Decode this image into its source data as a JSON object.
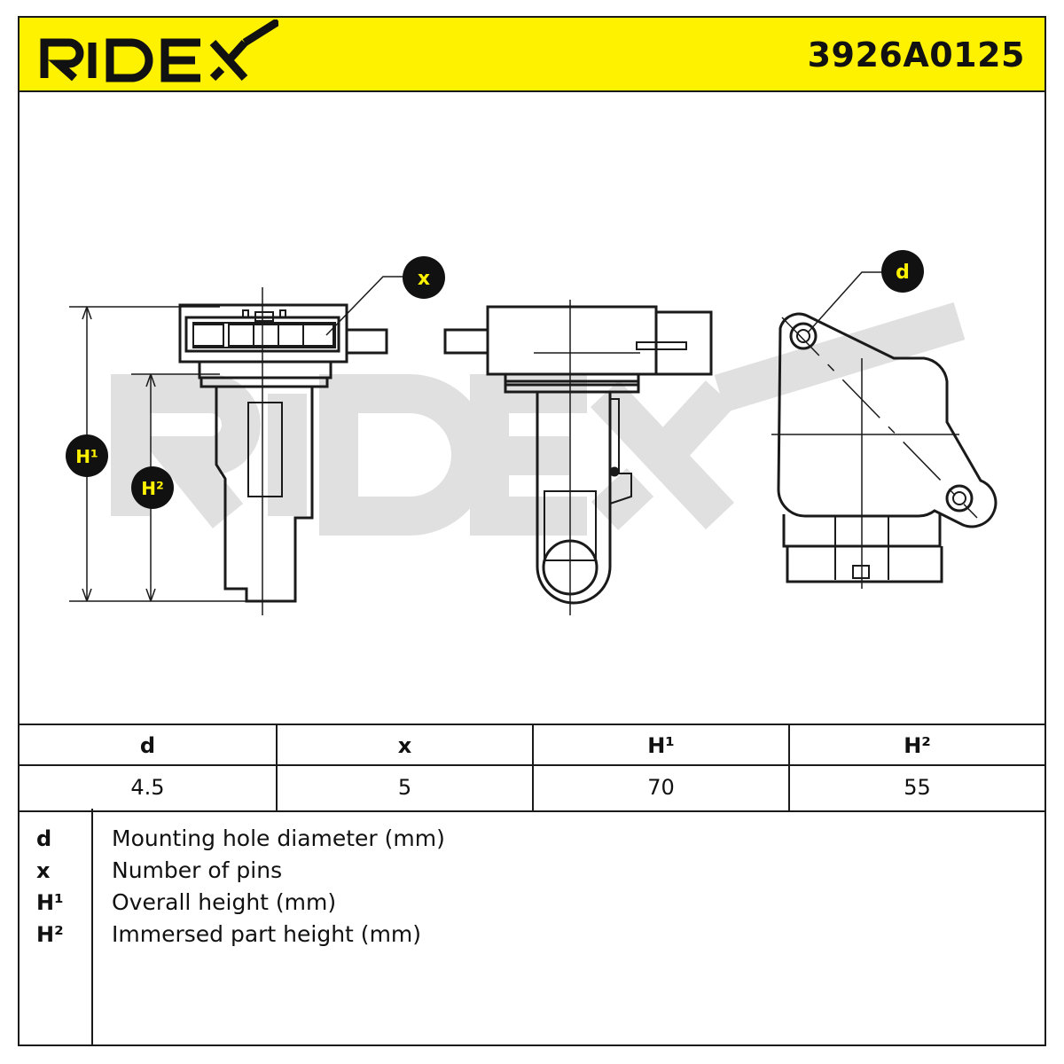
{
  "header": {
    "brand": "RIDEX",
    "part_number": "3926A0125",
    "background_color": "#fff200"
  },
  "callouts": {
    "x": "x",
    "d": "d",
    "h1": "H¹",
    "h2": "H²"
  },
  "spec_table": {
    "headers": [
      "d",
      "x",
      "H¹",
      "H²"
    ],
    "values": [
      "4.5",
      "5",
      "70",
      "55"
    ]
  },
  "legend": [
    {
      "key": "d",
      "description": "Mounting hole diameter (mm)"
    },
    {
      "key": "x",
      "description": "Number of pins"
    },
    {
      "key": "H¹",
      "description": "Overall height (mm)"
    },
    {
      "key": "H²",
      "description": "Immersed part height (mm)"
    }
  ]
}
